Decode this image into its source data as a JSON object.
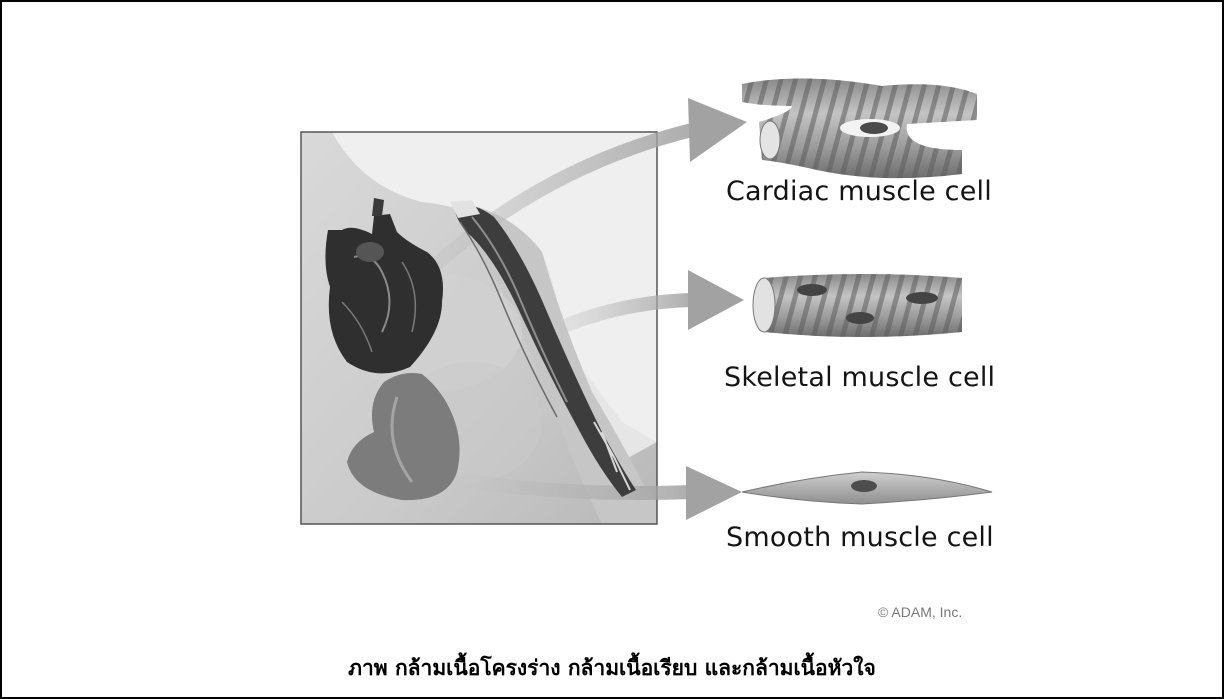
{
  "labels": {
    "cardiac": "Cardiac muscle cell",
    "skeletal": "Skeletal muscle cell",
    "smooth": "Smooth muscle cell"
  },
  "credit": "© ADAM, Inc.",
  "caption": "ภาพ กล้ามเนื้อโครงร่าง กล้ามเนื้อเรียบ และกล้ามเนื้อหัวใจ"
}
